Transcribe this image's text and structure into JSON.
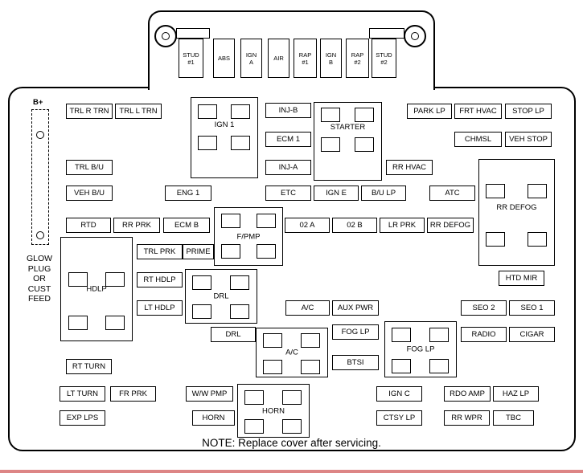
{
  "top_fuses": [
    "STUD\n#1",
    "ABS",
    "IGN\nA",
    "AIR",
    "RAP\n#1",
    "IGN\nB",
    "RAP\n#2",
    "STUD\n#2"
  ],
  "left": {
    "b_plus": "B+",
    "glow": "GLOW\nPLUG\nOR\nCUST\nFEED"
  },
  "relays": {
    "ign_1": "IGN 1",
    "starter": "STARTER",
    "rr_defog": "RR DEFOG",
    "f_pmp": "F/PMP",
    "hdlp": "HDLP",
    "drl": "DRL",
    "ac": "A/C",
    "fog_lp": "FOG LP",
    "horn": "HORN"
  },
  "fuses": {
    "trl_r_trn": "TRL R TRN",
    "trl_l_trn": "TRL L TRN",
    "park_lp": "PARK LP",
    "frt_hvac": "FRT HVAC",
    "stop_lp": "STOP LP",
    "chmsl": "CHMSL",
    "veh_stop": "VEH STOP",
    "inj_b": "INJ-B",
    "ecm_1": "ECM 1",
    "inj_a": "INJ-A",
    "trl_bu": "TRL B/U",
    "rr_hvac": "RR HVAC",
    "veh_bu": "VEH B/U",
    "eng_1": "ENG 1",
    "etc": "ETC",
    "ign_e": "IGN E",
    "bu_lp": "B/U LP",
    "atc": "ATC",
    "rtd": "RTD",
    "rr_prk": "RR PRK",
    "ecm_b": "ECM B",
    "o2_a": "02 A",
    "o2_b": "02 B",
    "lr_prk": "LR PRK",
    "rr_defog": "RR DEFOG",
    "trl_prk": "TRL PRK",
    "prime": "PRIME",
    "rt_hdlp": "RT HDLP",
    "lt_hdlp": "LT HDLP",
    "htd_mir": "HTD MIR",
    "ac": "A/C",
    "aux_pwr": "AUX PWR",
    "seo_2": "SEO 2",
    "seo_1": "SEO 1",
    "drl": "DRL",
    "fog_lp": "FOG LP",
    "radio": "RADIO",
    "cigar": "CIGAR",
    "btsi": "BTSI",
    "rt_turn": "RT TURN",
    "lt_turn": "LT TURN",
    "fr_prk": "FR PRK",
    "ww_pmp": "W/W PMP",
    "ign_c": "IGN C",
    "rdo_amp": "RDO AMP",
    "haz_lp": "HAZ LP",
    "exp_lps": "EXP LPS",
    "horn": "HORN",
    "ctsy_lp": "CTSY LP",
    "rr_wpr": "RR WPR",
    "tbc": "TBC"
  },
  "note": "NOTE: Replace cover after servicing.",
  "colors": {
    "outline": "#000000",
    "background": "#ffffff",
    "bottom_strip": "#dd8585"
  }
}
